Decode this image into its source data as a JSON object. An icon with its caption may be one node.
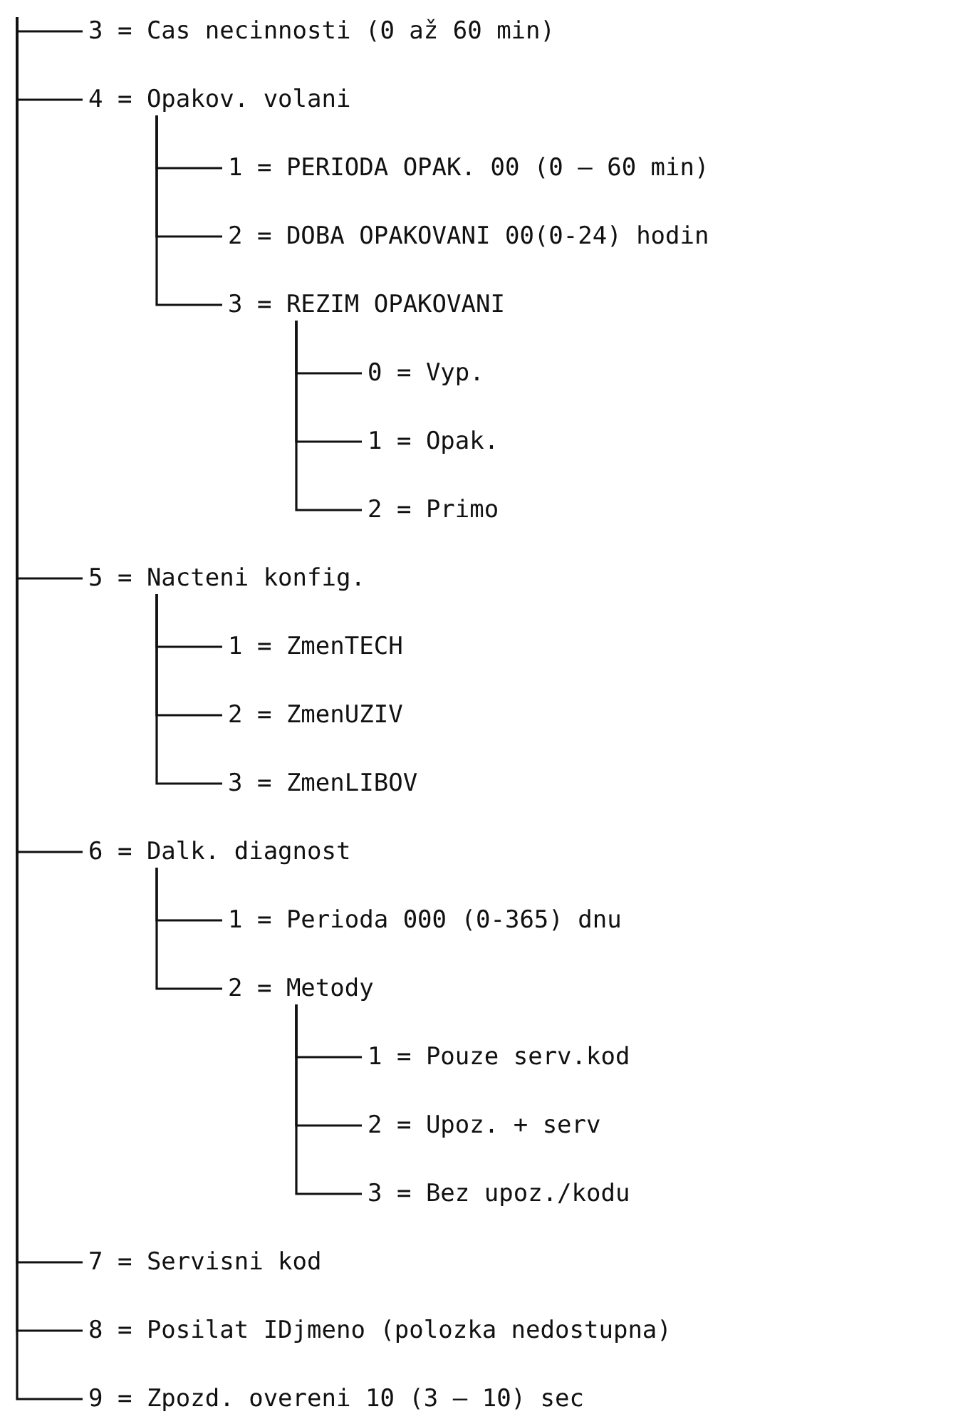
{
  "diagram": {
    "nodes": [
      {
        "text": [
          "3 = Cas necinnosti (0 až 60 min)"
        ]
      },
      {
        "text": [
          "4 = Opakov. volani"
        ]
      },
      {
        "text": [
          "1 = PERIODA OPAK. 00 (0 – 60 min)"
        ]
      },
      {
        "text": [
          "2 = DOBA OPAKOVANI 00(0-24) hodin"
        ]
      },
      {
        "text": [
          "3 = REZIM OPAKOVANI"
        ]
      },
      {
        "text": [
          "0 = Vyp."
        ]
      },
      {
        "text": [
          "1 = Opak."
        ]
      },
      {
        "text": [
          "2 = Primo"
        ]
      },
      {
        "text": [
          "5 = Nacteni konfig."
        ]
      },
      {
        "text": [
          "1 = ZmenTECH"
        ]
      },
      {
        "text": [
          "2 = ZmenUZIV"
        ]
      },
      {
        "text": [
          "3 = ZmenLIBOV"
        ]
      },
      {
        "text": [
          "6 = Dalk. diagnost"
        ]
      },
      {
        "text": [
          "1 = Perioda 000 (0-365) dnu"
        ]
      },
      {
        "text": [
          "2 = Metody"
        ]
      },
      {
        "text": [
          "1 = Pouze serv.kod"
        ]
      },
      {
        "text": [
          "2 = Upoz. + serv"
        ]
      },
      {
        "text": [
          "3 = Bez upoz./kodu"
        ]
      },
      {
        "text": [
          "7 = Servisni kod"
        ]
      },
      {
        "text": [
          "8 = Posilat IDjmeno (polozka nedostupna)"
        ]
      },
      {
        "text": [
          "9 = Zpozd. overeni 10 (3 – 10) sec"
        ]
      }
    ],
    "edges": [
      {
        "from": null,
        "to": 0,
        "arrow": "none"
      },
      {
        "from": null,
        "to": 1,
        "arrow": "none"
      },
      {
        "from": 1,
        "to": 2,
        "arrow": "none"
      },
      {
        "from": 1,
        "to": 3,
        "arrow": "none"
      },
      {
        "from": 1,
        "to": 4,
        "arrow": "none"
      },
      {
        "from": 4,
        "to": 5,
        "arrow": "none"
      },
      {
        "from": 4,
        "to": 6,
        "arrow": "none"
      },
      {
        "from": 4,
        "to": 7,
        "arrow": "none"
      },
      {
        "from": null,
        "to": 8,
        "arrow": "none"
      },
      {
        "from": 8,
        "to": 9,
        "arrow": "none"
      },
      {
        "from": 8,
        "to": 10,
        "arrow": "none"
      },
      {
        "from": 8,
        "to": 11,
        "arrow": "none"
      },
      {
        "from": null,
        "to": 12,
        "arrow": "none"
      },
      {
        "from": 12,
        "to": 13,
        "arrow": "none"
      },
      {
        "from": 12,
        "to": 14,
        "arrow": "none"
      },
      {
        "from": 14,
        "to": 15,
        "arrow": "none"
      },
      {
        "from": 14,
        "to": 16,
        "arrow": "none"
      },
      {
        "from": 14,
        "to": 17,
        "arrow": "none"
      },
      {
        "from": null,
        "to": 18,
        "arrow": "none"
      },
      {
        "from": null,
        "to": 19,
        "arrow": "none"
      },
      {
        "from": null,
        "to": 20,
        "arrow": "none"
      }
    ]
  }
}
